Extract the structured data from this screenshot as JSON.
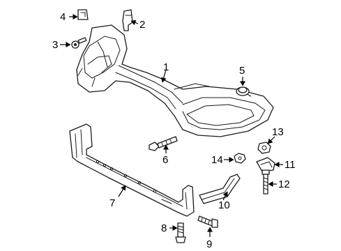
{
  "callouts": [
    "1",
    "2",
    "3",
    "4",
    "5",
    "6",
    "7",
    "8",
    "9",
    "10",
    "11",
    "12",
    "13",
    "14"
  ],
  "colors": {
    "line": "#1a1a1a",
    "background": "#ffffff"
  }
}
